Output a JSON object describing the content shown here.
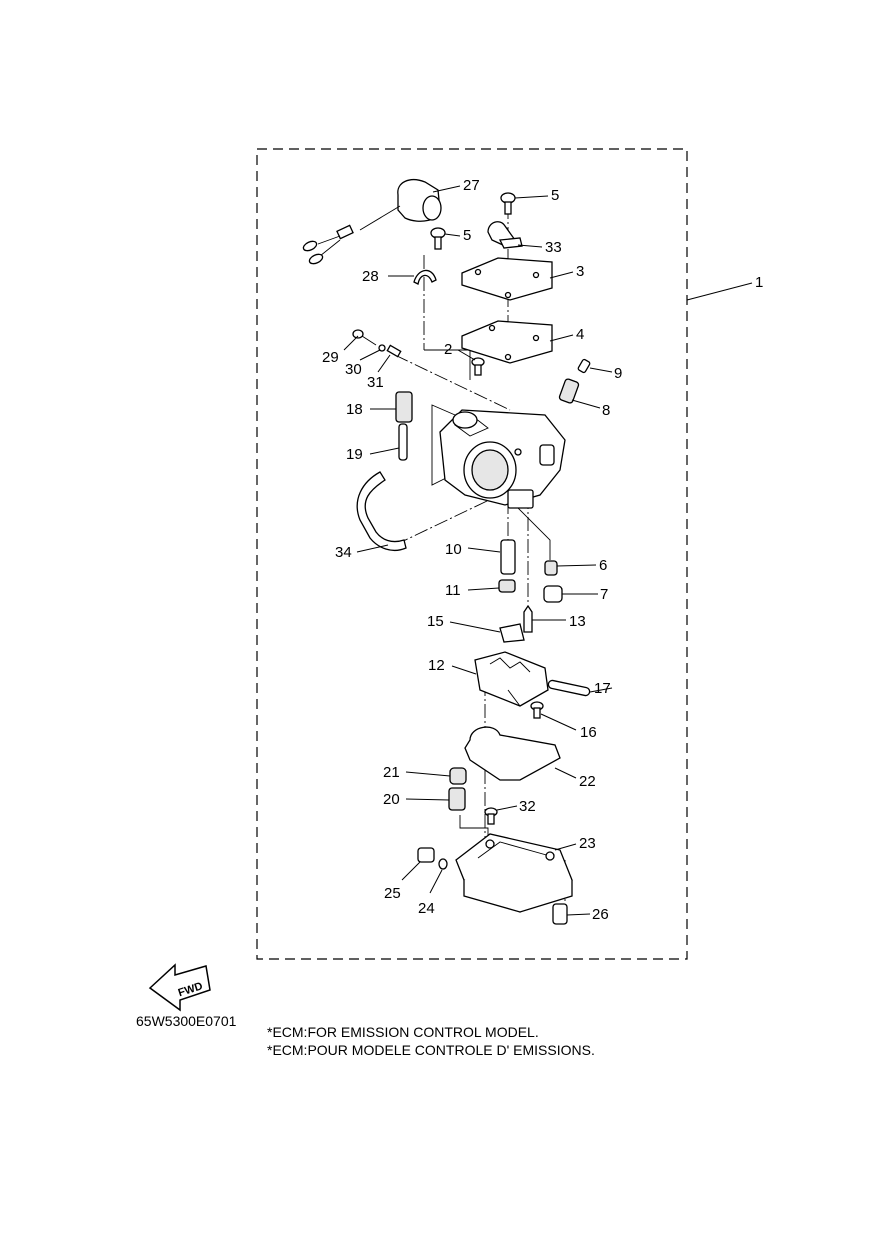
{
  "diagram": {
    "callouts": {
      "p1": "1",
      "p2": "2",
      "p3": "3",
      "p4": "4",
      "p5a": "5",
      "p5b": "5",
      "p6": "6",
      "p7": "7",
      "p8": "8",
      "p9": "9",
      "p10": "10",
      "p11": "11",
      "p12": "12",
      "p13": "13",
      "p15": "15",
      "p16": "16",
      "p17": "17",
      "p18": "18",
      "p19": "19",
      "p20": "20",
      "p21": "21",
      "p22": "22",
      "p23": "23",
      "p24": "24",
      "p25": "25",
      "p26": "26",
      "p27": "27",
      "p28": "28",
      "p29": "29",
      "p30": "30",
      "p31": "31",
      "p32": "32",
      "p33": "33",
      "p34": "34"
    },
    "fwd_label": "FWD",
    "drawing_code": "65W5300E0701",
    "notes": [
      "*ECM:FOR EMISSION CONTROL MODEL.",
      "*ECM:POUR MODELE CONTROLE D' EMISSIONS."
    ]
  }
}
